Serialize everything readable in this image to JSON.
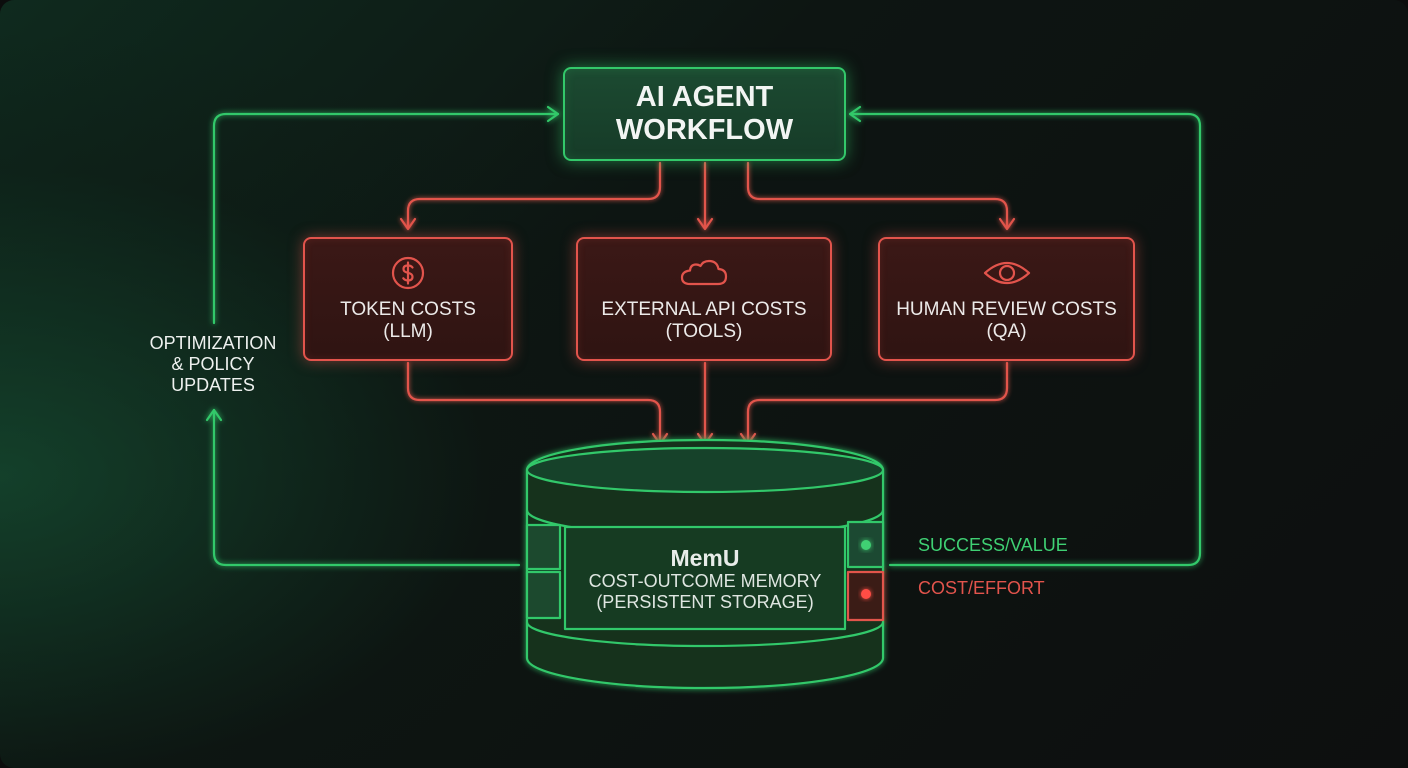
{
  "agent": {
    "title_line1": "AI AGENT",
    "title_line2": "WORKFLOW"
  },
  "costs": [
    {
      "icon": "dollar-icon",
      "line1": "TOKEN COSTS",
      "line2": "(LLM)"
    },
    {
      "icon": "cloud-icon",
      "line1": "EXTERNAL API COSTS",
      "line2": "(TOOLS)"
    },
    {
      "icon": "eye-icon",
      "line1": "HUMAN REVIEW COSTS",
      "line2": "(QA)"
    }
  ],
  "feedback": {
    "line1": "OPTIMIZATION",
    "line2": "& POLICY",
    "line3": "UPDATES"
  },
  "memory": {
    "title": "MemU",
    "line1": "COST-OUTCOME MEMORY",
    "line2": "(PERSISTENT STORAGE)"
  },
  "legend": {
    "success": "SUCCESS/VALUE",
    "cost": "COST/EFFORT"
  },
  "colors": {
    "green": "#33c86a",
    "red": "#e2544c",
    "background": "#0d1512"
  }
}
